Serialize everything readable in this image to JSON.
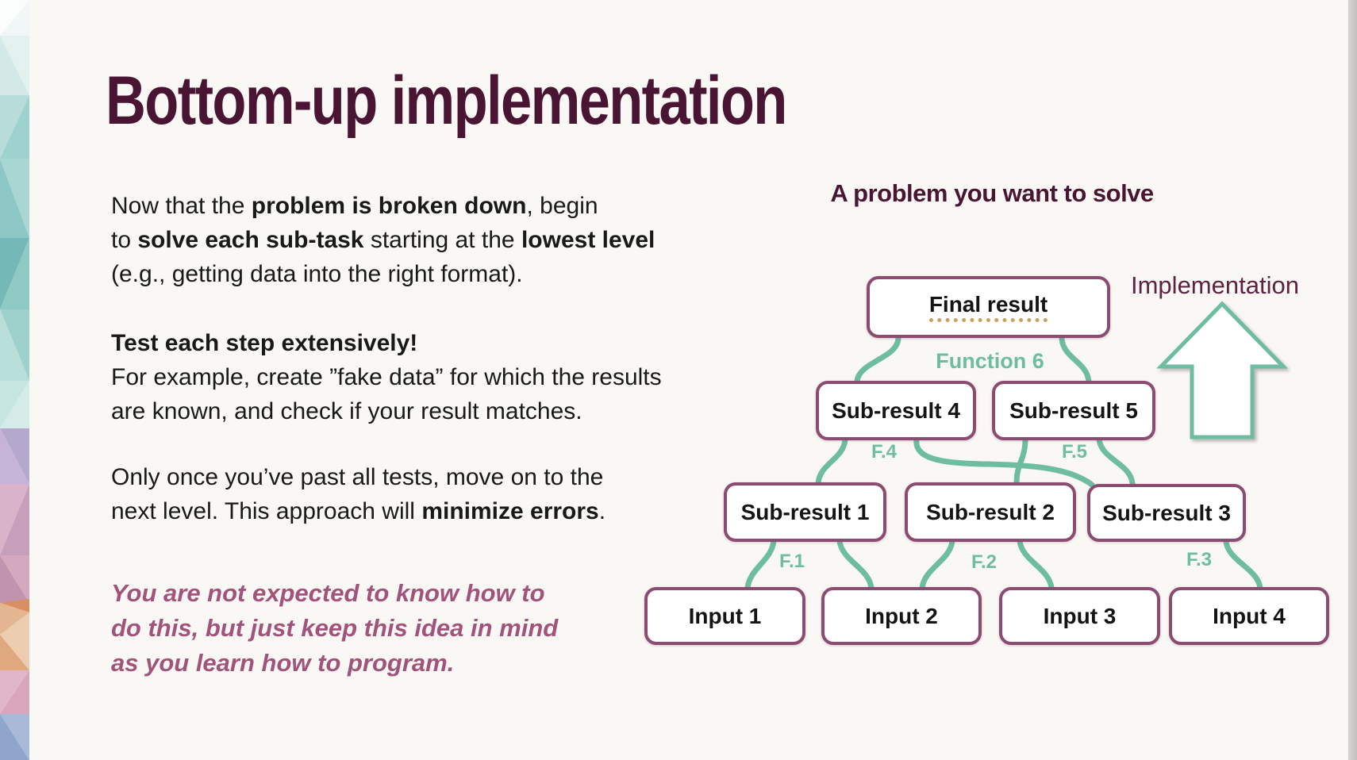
{
  "slide": {
    "title": "Bottom-up implementation"
  },
  "body": {
    "l1a": "Now that the ",
    "l1b": "problem is broken down",
    "l1c": ", begin",
    "l2a": "to ",
    "l2b": "solve each sub-task",
    "l2c": " starting at the ",
    "l2d": "lowest level",
    "l3a": "(e.g., getting data into the right format).",
    "l4a": "Test each step extensively!",
    "l5a": "For example, create ”fake data” for which the results",
    "l6a": "are known, and check if your result matches.",
    "l7a": "Only once you’ve past all tests, move on to the",
    "l8a": "next level. This approach will ",
    "l8b": "minimize errors",
    "l8c": ".",
    "note1": "You are not expected to know how to",
    "note2": "do this, but just keep this idea in mind",
    "note3": "as you learn how to program."
  },
  "diagram": {
    "heading": "A problem you want to solve",
    "implementation_label": "Implementation",
    "nodes": {
      "final": "Final result",
      "sub4": "Sub-result 4",
      "sub5": "Sub-result 5",
      "sub1": "Sub-result 1",
      "sub2": "Sub-result 2",
      "sub3": "Sub-result 3",
      "in1": "Input 1",
      "in2": "Input 2",
      "in3": "Input 3",
      "in4": "Input 4"
    },
    "labels": {
      "f6": "Function 6",
      "f4": "F.4",
      "f5": "F.5",
      "f1": "F.1",
      "f2": "F.2",
      "f3": "F.3"
    },
    "colors": {
      "connector_teal": "#6ebda1",
      "box_border_plum": "#8c4c72",
      "heading_dark_plum": "#4a1532",
      "note_purple": "#a1537c",
      "underline_gold": "#c9a05c",
      "background": "#faf8f5"
    }
  }
}
